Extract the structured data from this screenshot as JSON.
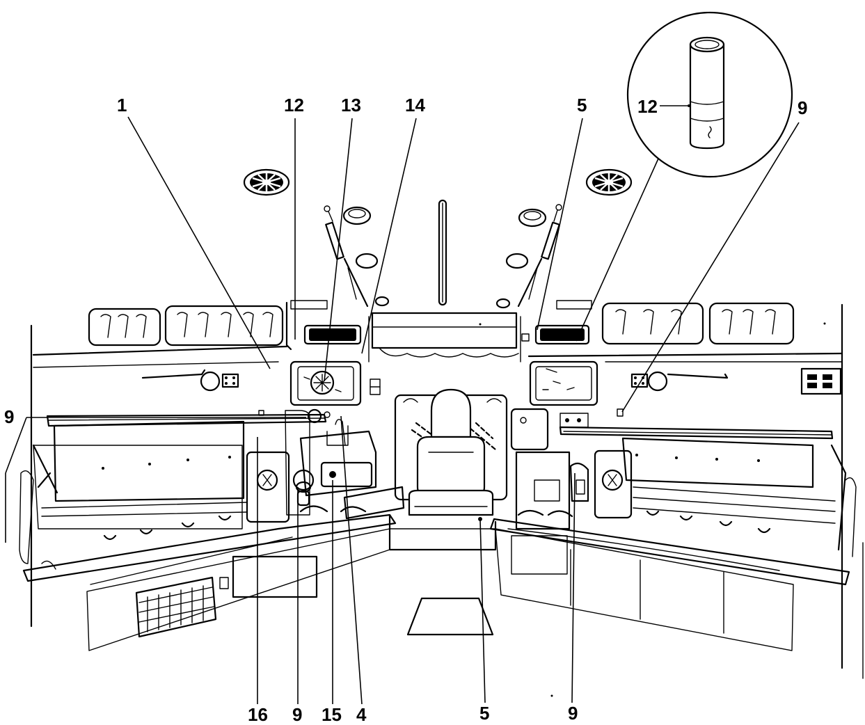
{
  "callouts": {
    "c1": "1",
    "c12_top": "12",
    "c13": "13",
    "c14": "14",
    "c5_top": "5",
    "c12_inset": "12",
    "c9_right": "9",
    "c9_left": "9",
    "c16": "16",
    "c9_bottom_left": "9",
    "c15": "15",
    "c4": "4",
    "c5_bottom": "5",
    "c9_bottom_right": "9"
  },
  "icons": {
    "vent": "roof-vent-icon",
    "dome_light": "dome-light-icon",
    "seat": "attendant-seat-icon",
    "oxygen_cylinder": "oxygen-cylinder-icon"
  }
}
